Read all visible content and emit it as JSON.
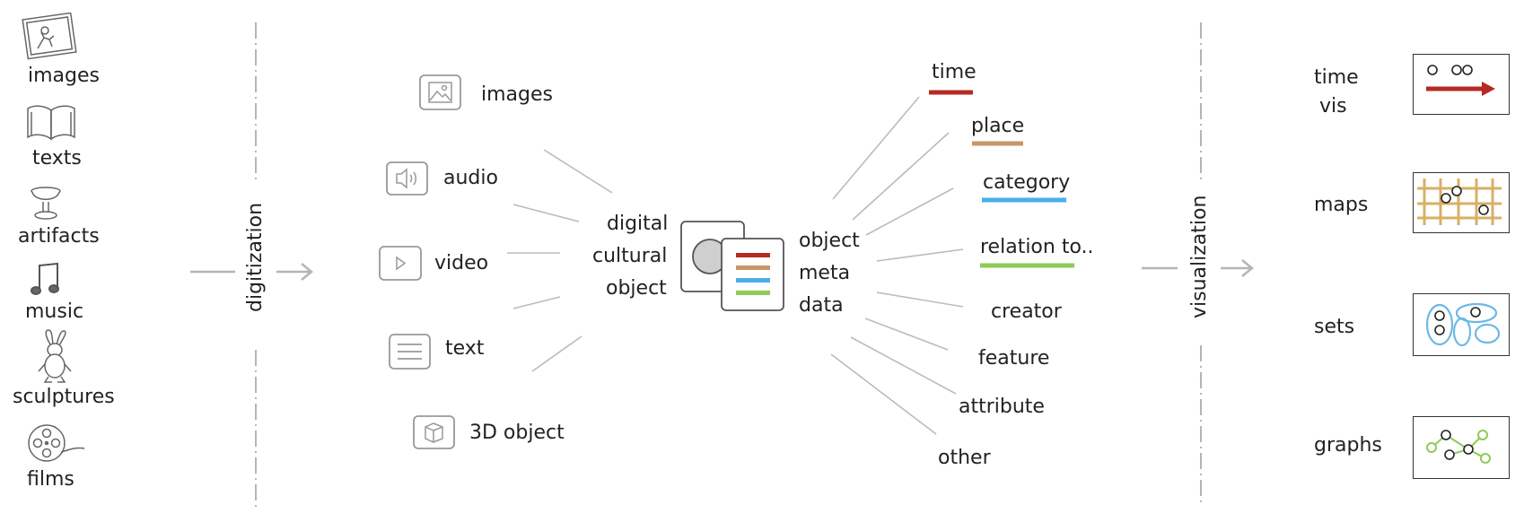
{
  "sources": [
    "images",
    "texts",
    "artifacts",
    "music",
    "sculptures",
    "films"
  ],
  "digitization_label": "digitization",
  "media": [
    "images",
    "audio",
    "video",
    "text",
    "3D object"
  ],
  "dco_lines": [
    "digital",
    "cultural",
    "object"
  ],
  "meta_lines": [
    "object",
    "meta",
    "data"
  ],
  "attributes": [
    "time",
    "place",
    "category",
    "relation to..",
    "creator",
    "feature",
    "attribute",
    "other"
  ],
  "colors": {
    "time": "#b52a23",
    "place": "#c7976a",
    "category": "#4aaee6",
    "relation": "#8fcb55",
    "gray": "#b5b5b5",
    "dark": "#333333"
  },
  "visualization_label": "visualization",
  "vis": {
    "time": "time",
    "time_sub": "vis",
    "maps": "maps",
    "sets": "sets",
    "graphs": "graphs"
  }
}
